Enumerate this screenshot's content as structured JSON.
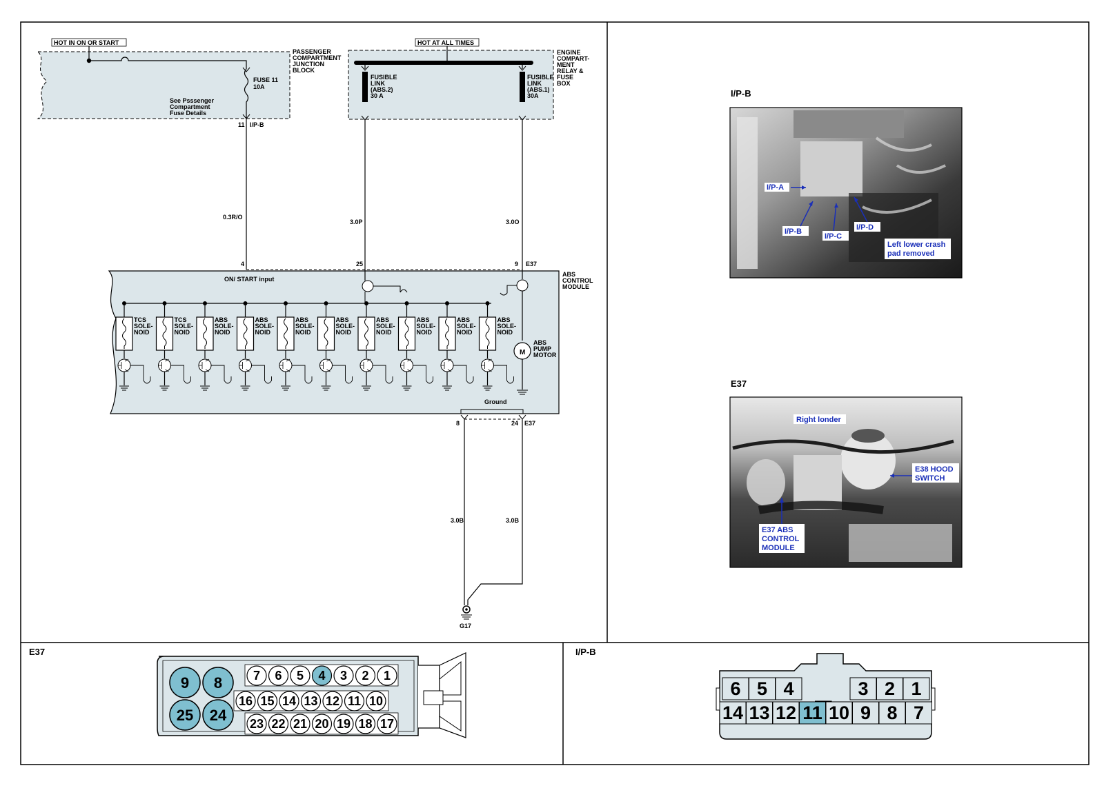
{
  "schematic": {
    "hot_run_label": "HOT IN ON OR START",
    "hot_all_label": "HOT AT ALL TIMES",
    "junction_block": [
      "PASSENGER",
      "COMPARTMENT",
      "JUNCTION",
      "BLOCK"
    ],
    "relay_box": [
      "ENGINE",
      "COMPART-",
      "MENT",
      "RELAY &",
      "FUSE",
      "BOX"
    ],
    "fuse": [
      "FUSE 11",
      "10A"
    ],
    "fuse_note": [
      "See Psssenger",
      "Compartment",
      "Fuse Details"
    ],
    "fusible_link_2": [
      "FUSIBLE",
      "LINK",
      "(ABS.2)",
      "30 A"
    ],
    "fusible_link_1": [
      "FUSIBLE",
      "LINK",
      "(ABS.1)",
      "30A"
    ],
    "pin_ipb": "11",
    "conn_ipb": "I/P-B",
    "wire_1": "0.3R/O",
    "wire_2": "3.0P",
    "wire_3": "3.0O",
    "module_pin_a": "4",
    "module_pin_b": "25",
    "module_pin_c": "9",
    "module_conn": "E37",
    "on_start_input": "ON/ START input",
    "module_label": [
      "ABS",
      "CONTROL",
      "MODULE"
    ],
    "solenoids": [
      {
        "line1": "TCS",
        "line2": "SOLE-",
        "line3": "NOID"
      },
      {
        "line1": "TCS",
        "line2": "SOLE-",
        "line3": "NOID"
      },
      {
        "line1": "ABS",
        "line2": "SOLE-",
        "line3": "NOID"
      },
      {
        "line1": "ABS",
        "line2": "SOLE-",
        "line3": "NOID"
      },
      {
        "line1": "ABS",
        "line2": "SOLE-",
        "line3": "NOID"
      },
      {
        "line1": "ABS",
        "line2": "SOLE-",
        "line3": "NOID"
      },
      {
        "line1": "ABS",
        "line2": "SOLE-",
        "line3": "NOID"
      },
      {
        "line1": "ABS",
        "line2": "SOLE-",
        "line3": "NOID"
      },
      {
        "line1": "ABS",
        "line2": "SOLE-",
        "line3": "NOID"
      },
      {
        "line1": "ABS",
        "line2": "SOLE-",
        "line3": "NOID"
      }
    ],
    "motor_symbol": "M",
    "pump_motor": [
      "ABS",
      "PUMP",
      "MOTOR"
    ],
    "ground_label": "Ground",
    "ground_pin_a": "8",
    "ground_pin_b": "24",
    "ground_conn": "E37",
    "wire_4": "3.0B",
    "wire_5": "3.0B",
    "ground_point": "G17"
  },
  "photos": {
    "ipb_title": "I/P-B",
    "ipb_callouts": {
      "a": "I/P-A",
      "b": "I/P-B",
      "c": "I/P-C",
      "d": "I/P-D",
      "note1": "Left lower crash",
      "note2": "pad removed"
    },
    "e37_title": "E37",
    "e37_callouts": {
      "fender": "Right londer",
      "hood1": "E38 HOOD",
      "hood2": "SWITCH",
      "abs1": "E37 ABS",
      "abs2": "CONTROL",
      "abs3": "MODULE"
    }
  },
  "connectors": {
    "e37_title": "E37",
    "e37_big_pins": [
      "9",
      "8",
      "25",
      "24"
    ],
    "e37_row1": [
      "7",
      "6",
      "5",
      "4",
      "3",
      "2",
      "1"
    ],
    "e37_row2": [
      "16",
      "15",
      "14",
      "13",
      "12",
      "11",
      "10"
    ],
    "e37_row3": [
      "23",
      "22",
      "21",
      "20",
      "19",
      "18",
      "17"
    ],
    "e37_highlight": [
      "9",
      "8",
      "25",
      "24",
      "4"
    ],
    "ipb_title": "I/P-B",
    "ipb_row1_left": [
      "6",
      "5",
      "4"
    ],
    "ipb_row1_right": [
      "3",
      "2",
      "1"
    ],
    "ipb_row2": [
      "14",
      "13",
      "12",
      "11",
      "10",
      "9",
      "8",
      "7"
    ],
    "ipb_highlight": [
      "11"
    ]
  },
  "colors": {
    "module_fill": "#dce6ea",
    "highlight": "#7fbfd0",
    "callout": "#1a2fb8",
    "photo_dark": "#2a2a2a"
  }
}
